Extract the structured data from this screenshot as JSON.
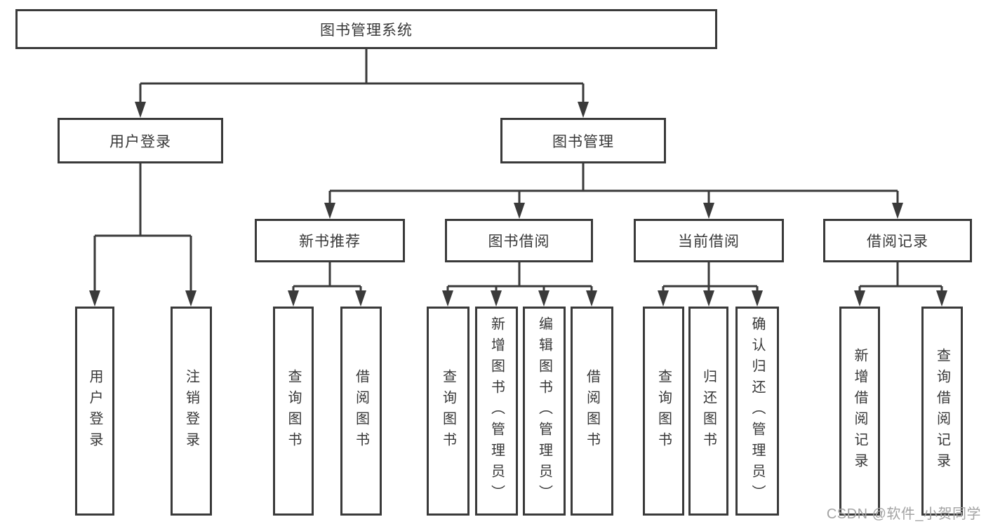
{
  "tree": {
    "root": {
      "label": "图书管理系统"
    },
    "branches": [
      {
        "label": "用户登录",
        "children": [
          {
            "label": "用户登录"
          },
          {
            "label": "注销登录"
          }
        ]
      },
      {
        "label": "图书管理",
        "children": [
          {
            "label": "新书推荐",
            "children": [
              {
                "label": "查询图书"
              },
              {
                "label": "借阅图书"
              }
            ]
          },
          {
            "label": "图书借阅",
            "children": [
              {
                "label": "查询图书"
              },
              {
                "label": "新增图书（管理员）"
              },
              {
                "label": "编辑图书（管理员）"
              },
              {
                "label": "借阅图书"
              }
            ]
          },
          {
            "label": "当前借阅",
            "children": [
              {
                "label": "查询图书"
              },
              {
                "label": "归还图书"
              },
              {
                "label": "确认归还（管理员）"
              }
            ]
          },
          {
            "label": "借阅记录",
            "children": [
              {
                "label": "新增借阅记录"
              },
              {
                "label": "查询借阅记录"
              }
            ]
          }
        ]
      }
    ]
  },
  "watermark": {
    "text": "CSDN @软件_小贺同学"
  },
  "colors": {
    "line": "#3a3a3a",
    "box_border": "#3a3a3a",
    "text": "#383838",
    "watermark": "#a3a3a3",
    "background": "#ffffff"
  }
}
